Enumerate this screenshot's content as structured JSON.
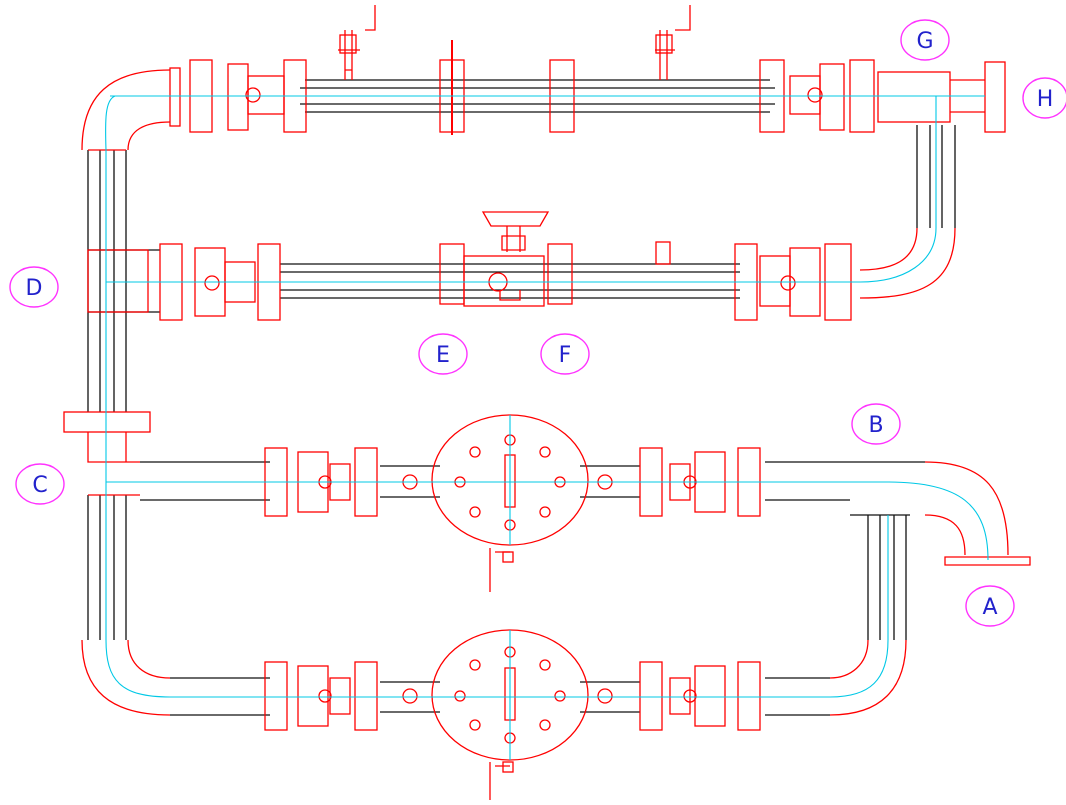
{
  "colors": {
    "pipe_outline": "#111111",
    "fitting": "#ff0000",
    "centerline": "#00c8e6",
    "label_circle": "#ff33ff",
    "label_text": "#2222cc",
    "background": "#ffffff"
  },
  "labels": {
    "A": "A",
    "B": "B",
    "C": "C",
    "D": "D",
    "E": "E",
    "F": "F",
    "G": "G",
    "H": "H"
  }
}
